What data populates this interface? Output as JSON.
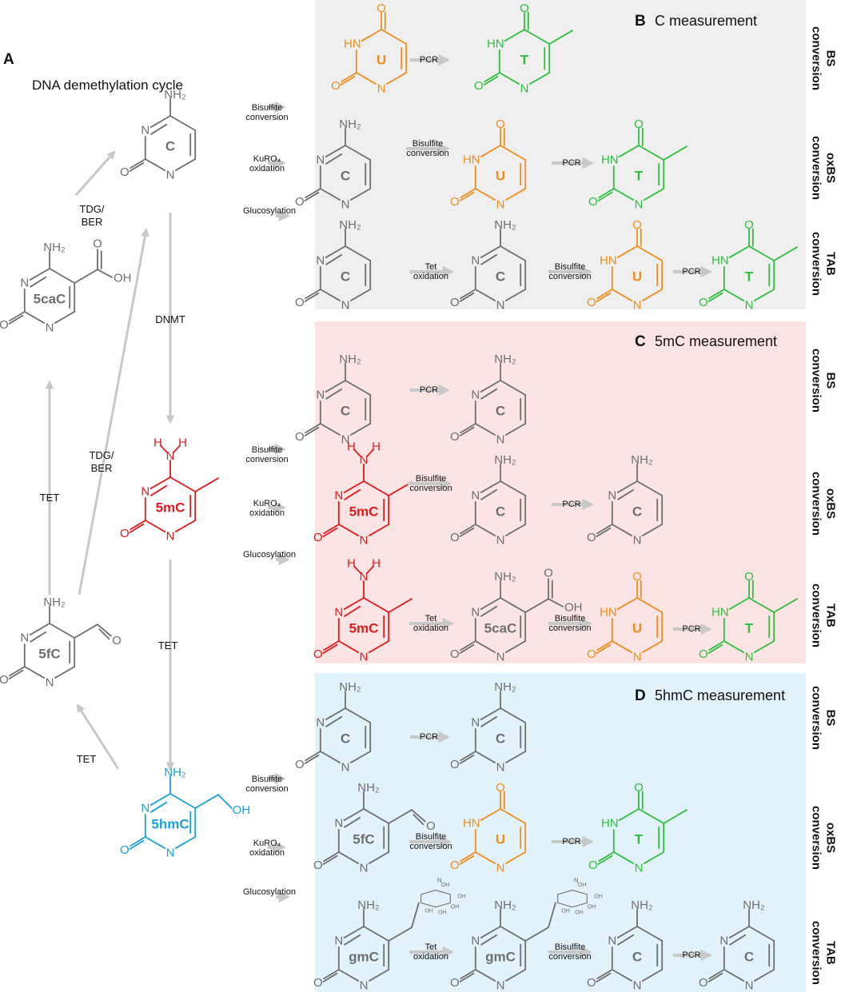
{
  "panels": {
    "A": {
      "letter": "A",
      "title": "DNA demethylation cycle"
    },
    "B": {
      "letter": "B",
      "title": "C measurement",
      "color": "#efefef"
    },
    "C": {
      "letter": "C",
      "title": "5mC measurement",
      "color": "#fde4e4"
    },
    "D": {
      "letter": "D",
      "title": "5hmC measurement",
      "color": "#e2f2fa"
    }
  },
  "colors": {
    "gray": "#6e6e6e",
    "red": "#e0191b",
    "blue": "#1aa0d8",
    "orange": "#f08c1a",
    "green": "#2dbf3c",
    "arrow": "#c8c8c8"
  },
  "cycle_labels": {
    "tdg_ber_1": "TDG/",
    "tdg_ber_1b": "BER",
    "tdg_ber_2": "TDG/",
    "tdg_ber_2b": "BER",
    "dnmt": "DNMT",
    "tet_1": "TET",
    "tet_2": "TET",
    "tet_3": "TET"
  },
  "methods": {
    "bisulfite_1": "Bisulfite",
    "bisulfite_2": "conversion",
    "kuro_1": "KuRO₄",
    "kuro_2": "oxidation",
    "glucosylation": "Glucosylation",
    "tet_1": "Tet",
    "tet_2": "oxidation",
    "pcr": "PCR"
  },
  "row_labels": {
    "bs_1": "BS",
    "oxbs_1": "oxBS",
    "tab_1": "TAB",
    "line2": "conversion"
  },
  "bases": {
    "C": "C",
    "U": "U",
    "T": "T",
    "mC": "5mC",
    "hmC": "5hmC",
    "fC": "5fC",
    "caC": "5caC",
    "gmC": "gmC"
  },
  "atoms": {
    "N": "N",
    "O": "O",
    "HN": "HN",
    "H": "H",
    "NH2": "NH₂",
    "OH": "OH",
    "OH_lc": "OH"
  }
}
